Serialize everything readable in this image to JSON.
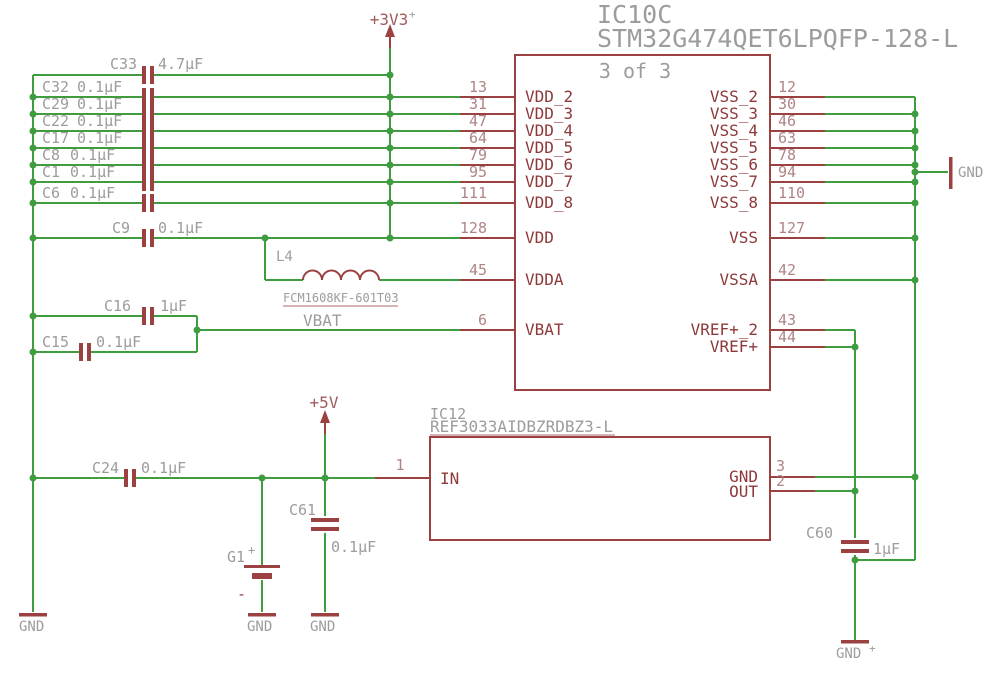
{
  "colors": {
    "wire_green": "#3f9d3f",
    "symbol_red": "#9b4141",
    "label_gray": "#9c9c9c",
    "pin_name_red": "#8e3939",
    "pin_number": "#b08484",
    "background": "#ffffff"
  },
  "power": {
    "p3v3": "+3V3",
    "p5v": "+5V",
    "gnd": "GND",
    "origin_cross": "+"
  },
  "nets": {
    "vbat": "VBAT"
  },
  "mcu": {
    "ref": "IC10C",
    "part": "STM32G474QET6LPQFP-128-L",
    "gate": "3 of 3",
    "pins": {
      "vdd2": {
        "name": "VDD_2",
        "num": "13"
      },
      "vdd3": {
        "name": "VDD_3",
        "num": "31"
      },
      "vdd4": {
        "name": "VDD_4",
        "num": "47"
      },
      "vdd5": {
        "name": "VDD_5",
        "num": "64"
      },
      "vdd6": {
        "name": "VDD_6",
        "num": "79"
      },
      "vdd7": {
        "name": "VDD_7",
        "num": "95"
      },
      "vdd8": {
        "name": "VDD_8",
        "num": "111"
      },
      "vdd": {
        "name": "VDD",
        "num": "128"
      },
      "vdda": {
        "name": "VDDA",
        "num": "45"
      },
      "vbat": {
        "name": "VBAT",
        "num": "6"
      },
      "vss2": {
        "name": "VSS_2",
        "num": "12"
      },
      "vss3": {
        "name": "VSS_3",
        "num": "30"
      },
      "vss4": {
        "name": "VSS_4",
        "num": "46"
      },
      "vss5": {
        "name": "VSS_5",
        "num": "63"
      },
      "vss6": {
        "name": "VSS_6",
        "num": "78"
      },
      "vss7": {
        "name": "VSS_7",
        "num": "94"
      },
      "vss8": {
        "name": "VSS_8",
        "num": "110"
      },
      "vss": {
        "name": "VSS",
        "num": "127"
      },
      "vssa": {
        "name": "VSSA",
        "num": "42"
      },
      "vref2": {
        "name": "VREF+_2",
        "num": "43"
      },
      "vref": {
        "name": "VREF+",
        "num": "44"
      }
    }
  },
  "vreg": {
    "ref": "IC12",
    "part": "REF3033AIDBZRDBZ3-L",
    "pins": {
      "in": {
        "name": "IN",
        "num": "1"
      },
      "gnd": {
        "name": "GND",
        "num": "3"
      },
      "out": {
        "name": "OUT",
        "num": "2"
      }
    }
  },
  "inductor": {
    "ref": "L4",
    "part": "FCM1608KF-601T03"
  },
  "battery": {
    "ref": "G1",
    "plus": "+",
    "minus": "-"
  },
  "caps": {
    "c33": {
      "ref": "C33",
      "value": "4.7µF"
    },
    "c32": {
      "ref": "C32",
      "value": "0.1µF"
    },
    "c29": {
      "ref": "C29",
      "value": "0.1µF"
    },
    "c22": {
      "ref": "C22",
      "value": "0.1µF"
    },
    "c17": {
      "ref": "C17",
      "value": "0.1µF"
    },
    "c8": {
      "ref": "C8",
      "value": "0.1µF"
    },
    "c1": {
      "ref": "C1",
      "value": "0.1µF"
    },
    "c6": {
      "ref": "C6",
      "value": "0.1µF"
    },
    "c9": {
      "ref": "C9",
      "value": "0.1µF"
    },
    "c16": {
      "ref": "C16",
      "value": "1µF"
    },
    "c15": {
      "ref": "C15",
      "value": "0.1µF"
    },
    "c24": {
      "ref": "C24",
      "value": "0.1µF"
    },
    "c61": {
      "ref": "C61",
      "value": "0.1µF"
    },
    "c60": {
      "ref": "C60",
      "value": "1µF"
    }
  }
}
